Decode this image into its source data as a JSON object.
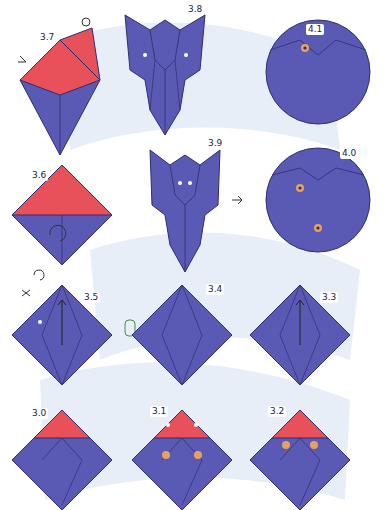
{
  "diagram": {
    "labels": [
      "3.7",
      "3.8",
      "4.1",
      "3.6",
      "3.9",
      "4.0",
      "3.5",
      "3.4",
      "3.3",
      "3.0",
      "3.1",
      "3.2"
    ]
  }
}
